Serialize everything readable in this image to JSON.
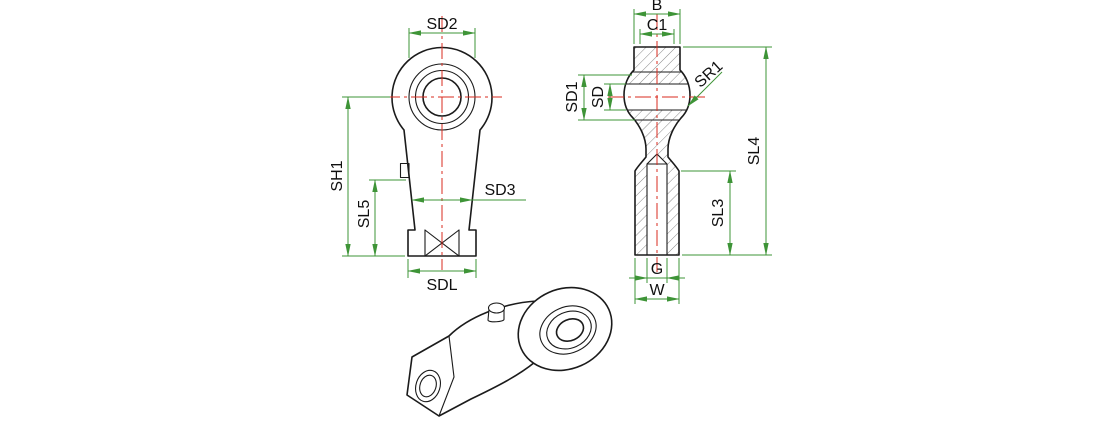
{
  "title": "Rod end bearing technical drawing",
  "colors": {
    "geometry": "#1b1b1b",
    "centerline": "#d92b1f",
    "dimension": "#3e9437",
    "hatch": "#555555",
    "text": "#101010",
    "background": "#ffffff"
  },
  "front": {
    "labels": {
      "sd2": "SD2",
      "sh1": "SH1",
      "sl5": "SL5",
      "sd3": "SD3",
      "sdl": "SDL"
    }
  },
  "side": {
    "labels": {
      "b": "B",
      "c1": "C1",
      "sd1": "SD1",
      "sd": "SD",
      "sr1": "SR1",
      "sl4": "SL4",
      "sl3": "SL3",
      "g": "G",
      "w": "W"
    }
  }
}
